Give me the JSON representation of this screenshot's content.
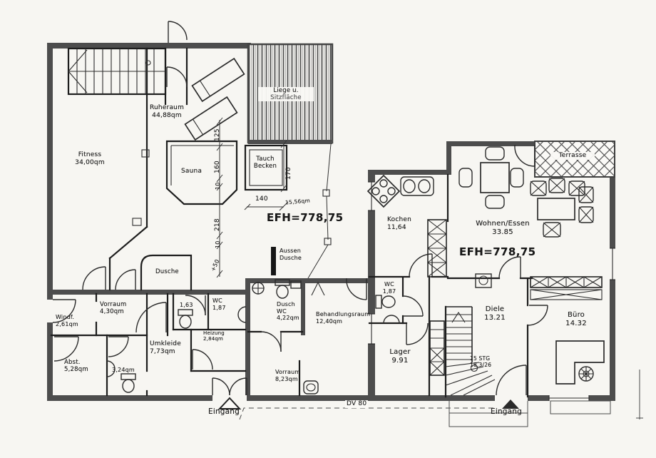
{
  "rooms": {
    "fitness": {
      "name": "Fitness",
      "area": "34,00qm"
    },
    "ruheraum": {
      "name": "Ruheraum",
      "area": "44,88qm"
    },
    "sauna": {
      "name": "Sauna"
    },
    "tauchbecken": {
      "name1": "Tauch",
      "name2": "Becken"
    },
    "liege": {
      "name1": "Liege u.",
      "name2": "Sitzfläche"
    },
    "dusche": {
      "name": "Dusche"
    },
    "aussendusche": {
      "name1": "Aussen",
      "name2": "Dusche"
    },
    "kochen": {
      "name": "Kochen",
      "area": "11,64"
    },
    "wohnen": {
      "name": "Wohnen/Essen",
      "area": "33.85"
    },
    "terrasse": {
      "name": "Terrasse"
    },
    "diele": {
      "name": "Diele",
      "area": "13.21"
    },
    "buero": {
      "name": "Büro",
      "area": "14.32"
    },
    "wc_diele": {
      "name": "WC",
      "area": "1,87"
    },
    "lager": {
      "name": "Lager",
      "area": "9.91"
    },
    "behandlung": {
      "name": "Behandlungsraum",
      "area": "12,40qm"
    },
    "dusch_wc": {
      "name1": "Dusch",
      "name2": "WC",
      "area": "4,22qm"
    },
    "vorraum_sued": {
      "name": "Vorraum",
      "area": "8,23qm"
    },
    "heizung": {
      "name": "Heizung",
      "area": "2,84qm"
    },
    "wc_klein": {
      "name": "WC",
      "area": "1,87"
    },
    "raum163": {
      "area": "1,63"
    },
    "umkleide": {
      "name": "Umkleide",
      "area": "7,73qm"
    },
    "vorraum_west": {
      "name": "Vorraum",
      "area": "4,30qm"
    },
    "windfang": {
      "name": "Windf.",
      "area": "2,61qm"
    },
    "abstell": {
      "name": "Abst.",
      "area": "5,28qm"
    },
    "raum324": {
      "area": "3,24qm"
    }
  },
  "annotations": {
    "efh_wellness": "EFH=778,75",
    "efh_wohnen": "EFH=778,75",
    "flaeche_1556": "15,56qm",
    "treppe1": "15 STG",
    "treppe2": "18,3/26",
    "eingang_links": "Eingang",
    "eingang_rechts": "Eingang",
    "dv80": "DV 80"
  },
  "dimensions": {
    "d125": "125",
    "d160": "160",
    "d10a": "10",
    "d218": "218",
    "d10b": "10",
    "dplus50": "+50",
    "d140": "140",
    "d170": "170"
  },
  "colors": {
    "paper": "#f7f6f2",
    "wall": "#4d4d4d",
    "ink": "#1d1d1d"
  }
}
